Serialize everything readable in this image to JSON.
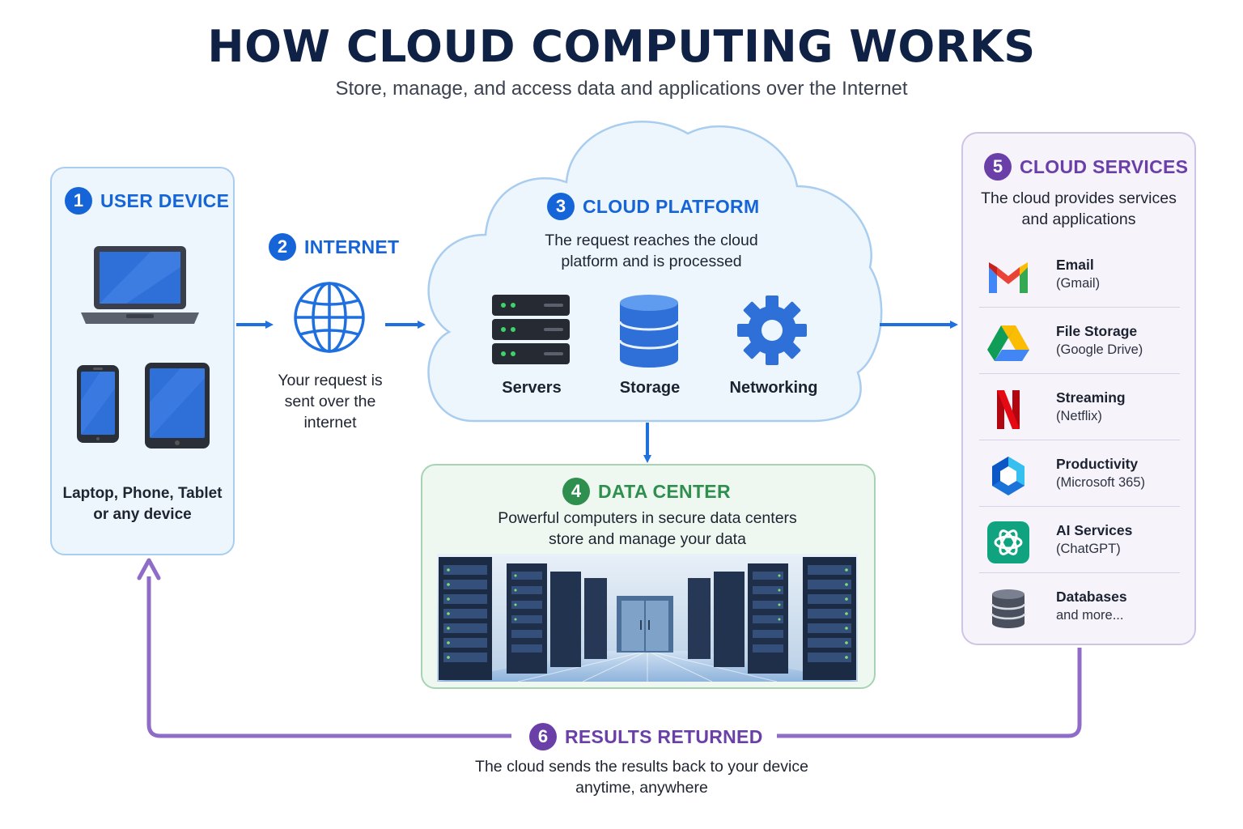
{
  "title": "HOW CLOUD COMPUTING WORKS",
  "subtitle": "Store, manage, and access data and applications over the Internet",
  "steps": {
    "user_device": {
      "number": "1",
      "title": "USER DEVICE",
      "caption_line1": "Laptop, Phone, Tablet",
      "caption_line2": "or any device"
    },
    "internet": {
      "number": "2",
      "title": "INTERNET",
      "desc_line1": "Your request is",
      "desc_line2": "sent over the",
      "desc_line3": "internet"
    },
    "cloud_platform": {
      "number": "3",
      "title": "CLOUD PLATFORM",
      "desc_line1": "The request reaches the cloud",
      "desc_line2": "platform and is processed",
      "components": [
        "Servers",
        "Storage",
        "Networking"
      ]
    },
    "data_center": {
      "number": "4",
      "title": "DATA CENTER",
      "desc_line1": "Powerful computers in secure data centers",
      "desc_line2": "store and manage your data"
    },
    "cloud_services": {
      "number": "5",
      "title": "CLOUD SERVICES",
      "desc_line1": "The cloud provides services",
      "desc_line2": "and applications",
      "items": [
        {
          "name": "Email",
          "sub": "(Gmail)",
          "icon": "gmail-icon"
        },
        {
          "name": "File Storage",
          "sub": "(Google Drive)",
          "icon": "google-drive-icon"
        },
        {
          "name": "Streaming",
          "sub": "(Netflix)",
          "icon": "netflix-icon"
        },
        {
          "name": "Productivity",
          "sub": "(Microsoft 365)",
          "icon": "microsoft-365-icon"
        },
        {
          "name": "AI Services",
          "sub": "(ChatGPT)",
          "icon": "chatgpt-icon"
        },
        {
          "name": "Databases",
          "sub": "and more...",
          "icon": "database-icon"
        }
      ]
    },
    "results_returned": {
      "number": "6",
      "title": "RESULTS RETURNED",
      "desc_line1": "The cloud sends the results back to your device",
      "desc_line2": "anytime, anywhere"
    }
  },
  "colors": {
    "blue": "#1565d8",
    "green": "#2f8f4e",
    "purple": "#6b3fa8",
    "navy": "#0f2245"
  }
}
